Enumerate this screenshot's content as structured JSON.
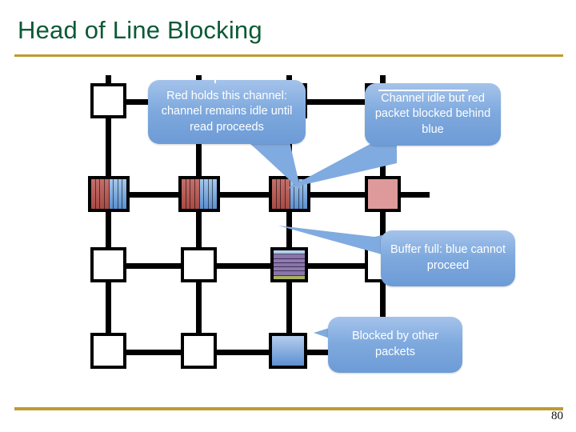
{
  "slide": {
    "title": "Head of Line Blocking",
    "page_number": "80",
    "accent_rule_color": "#bf9b30",
    "title_color": "#0c5a35"
  },
  "callouts": [
    {
      "id": "callout-red-holds-channel",
      "text": "Red holds this channel: channel remains idle until read proceeds",
      "lines": [
        "Red holds this channel:",
        "channel remains idle",
        "until read proceeds"
      ],
      "tail_direction": "down",
      "fill_color": "#7ea9de",
      "text_color": "#ffffff"
    },
    {
      "id": "callout-channel-idle",
      "text": "Channel idle but red packet blocked behind blue",
      "lines": [
        "Channel idle but",
        "red packet blocked",
        "behind blue"
      ],
      "tail_direction": "down-left",
      "fill_color": "#7ea9de",
      "text_color": "#ffffff"
    },
    {
      "id": "callout-buffer-full",
      "text": "Buffer full: blue cannot proceed",
      "lines": [
        "Buffer full: blue",
        "cannot proceed"
      ],
      "tail_direction": "left",
      "fill_color": "#7ea9de",
      "text_color": "#ffffff"
    },
    {
      "id": "callout-blocked-by-other",
      "text": "Blocked by other packets",
      "lines": [
        "Blocked by other",
        "packets"
      ],
      "tail_direction": "left",
      "fill_color": "#7ea9de",
      "text_color": "#ffffff"
    }
  ],
  "mesh": {
    "description": "4x4 mesh of routers connected by bidirectional channels",
    "node_border_color": "#000000",
    "link_color": "#000000",
    "nodes": [
      {
        "row": 1,
        "col": 1,
        "kind": "empty",
        "label": "router-r1-c1"
      },
      {
        "row": 1,
        "col": 2,
        "kind": "empty",
        "label": "router-r1-c2"
      },
      {
        "row": 1,
        "col": 3,
        "kind": "empty",
        "label": "router-r1-c3"
      },
      {
        "row": 1,
        "col": 4,
        "kind": "empty",
        "label": "router-r1-c4"
      },
      {
        "row": 2,
        "col": 1,
        "kind": "red-blue",
        "label": "buffer-r2-c1"
      },
      {
        "row": 2,
        "col": 2,
        "kind": "red-blue",
        "label": "buffer-r2-c2"
      },
      {
        "row": 2,
        "col": 3,
        "kind": "red-blue",
        "label": "buffer-r2-c3"
      },
      {
        "row": 2,
        "col": 4,
        "kind": "salmon",
        "label": "red-packet-r2-c4"
      },
      {
        "row": 3,
        "col": 1,
        "kind": "empty",
        "label": "router-r3-c1"
      },
      {
        "row": 3,
        "col": 2,
        "kind": "empty",
        "label": "router-r3-c2"
      },
      {
        "row": 3,
        "col": 3,
        "kind": "bands",
        "label": "full-buffer-r3-c3"
      },
      {
        "row": 3,
        "col": 4,
        "kind": "empty",
        "label": "router-r3-c4"
      },
      {
        "row": 4,
        "col": 1,
        "kind": "empty",
        "label": "router-r4-c1"
      },
      {
        "row": 4,
        "col": 2,
        "kind": "empty",
        "label": "router-r4-c2"
      },
      {
        "row": 4,
        "col": 3,
        "kind": "blue-packet",
        "label": "blue-packet-r4-c3"
      },
      {
        "row": 4,
        "col": 4,
        "kind": "empty",
        "label": "router-r4-c4"
      }
    ],
    "colors": {
      "red_stripe": "#a84b46",
      "blue_stripe": "#5b8fd0",
      "salmon_packet": "#de9a9a",
      "blue_packet": "#5d90d2",
      "purple_band": "#8a74ab",
      "olive_band": "#a8b25c",
      "light_blue_band": "#9ec2e8"
    }
  }
}
